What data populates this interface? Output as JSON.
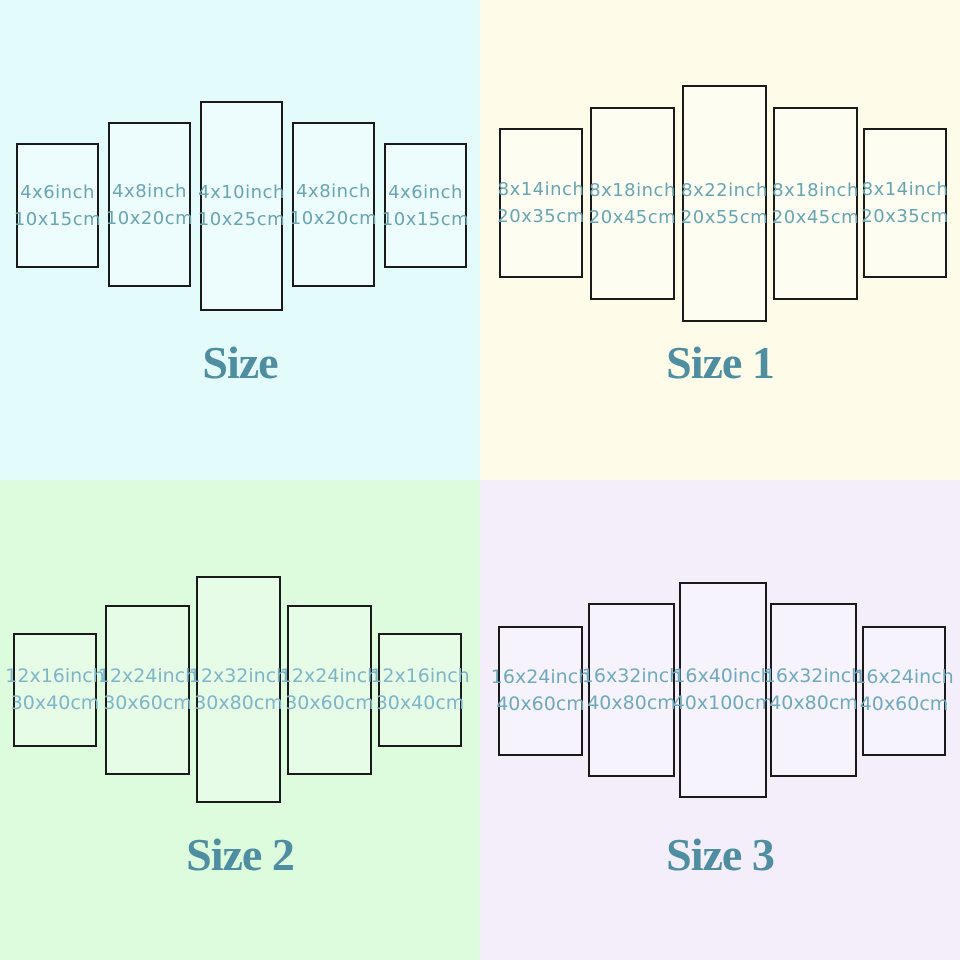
{
  "accent": {
    "title_color": "#4f8da0",
    "panel_border_color": "#1a1a1a",
    "quadrant_backgrounds": [
      "#e4fbfb",
      "#fefce9",
      "#ddfbdd",
      "#f3eef9"
    ],
    "label_colors": [
      "#68a4b2",
      "#68a4b2",
      "#7eb5c8",
      "#70a9bf"
    ]
  },
  "quadrants": [
    {
      "title": "Size",
      "panels": [
        {
          "inch": "4x6inch",
          "cm": "10x15cm"
        },
        {
          "inch": "4x8inch",
          "cm": "10x20cm"
        },
        {
          "inch": "4x10inch",
          "cm": "10x25cm"
        },
        {
          "inch": "4x8inch",
          "cm": "10x20cm"
        },
        {
          "inch": "4x6inch",
          "cm": "10x15cm"
        }
      ]
    },
    {
      "title": "Size 1",
      "panels": [
        {
          "inch": "8x14inch",
          "cm": "20x35cm"
        },
        {
          "inch": "8x18inch",
          "cm": "20x45cm"
        },
        {
          "inch": "8x22inch",
          "cm": "20x55cm"
        },
        {
          "inch": "8x18inch",
          "cm": "20x45cm"
        },
        {
          "inch": "8x14inch",
          "cm": "20x35cm"
        }
      ]
    },
    {
      "title": "Size 2",
      "panels": [
        {
          "inch": "12x16inch",
          "cm": "30x40cm"
        },
        {
          "inch": "12x24inch",
          "cm": "30x60cm"
        },
        {
          "inch": "12x32inch",
          "cm": "30x80cm"
        },
        {
          "inch": "12x24inch",
          "cm": "30x60cm"
        },
        {
          "inch": "12x16inch",
          "cm": "30x40cm"
        }
      ]
    },
    {
      "title": "Size 3",
      "panels": [
        {
          "inch": "16x24inch",
          "cm": "40x60cm"
        },
        {
          "inch": "16x32inch",
          "cm": "40x80cm"
        },
        {
          "inch": "16x40inch",
          "cm": "40x100cm"
        },
        {
          "inch": "16x32inch",
          "cm": "40x80cm"
        },
        {
          "inch": "16x24inch",
          "cm": "40x60cm"
        }
      ]
    }
  ]
}
